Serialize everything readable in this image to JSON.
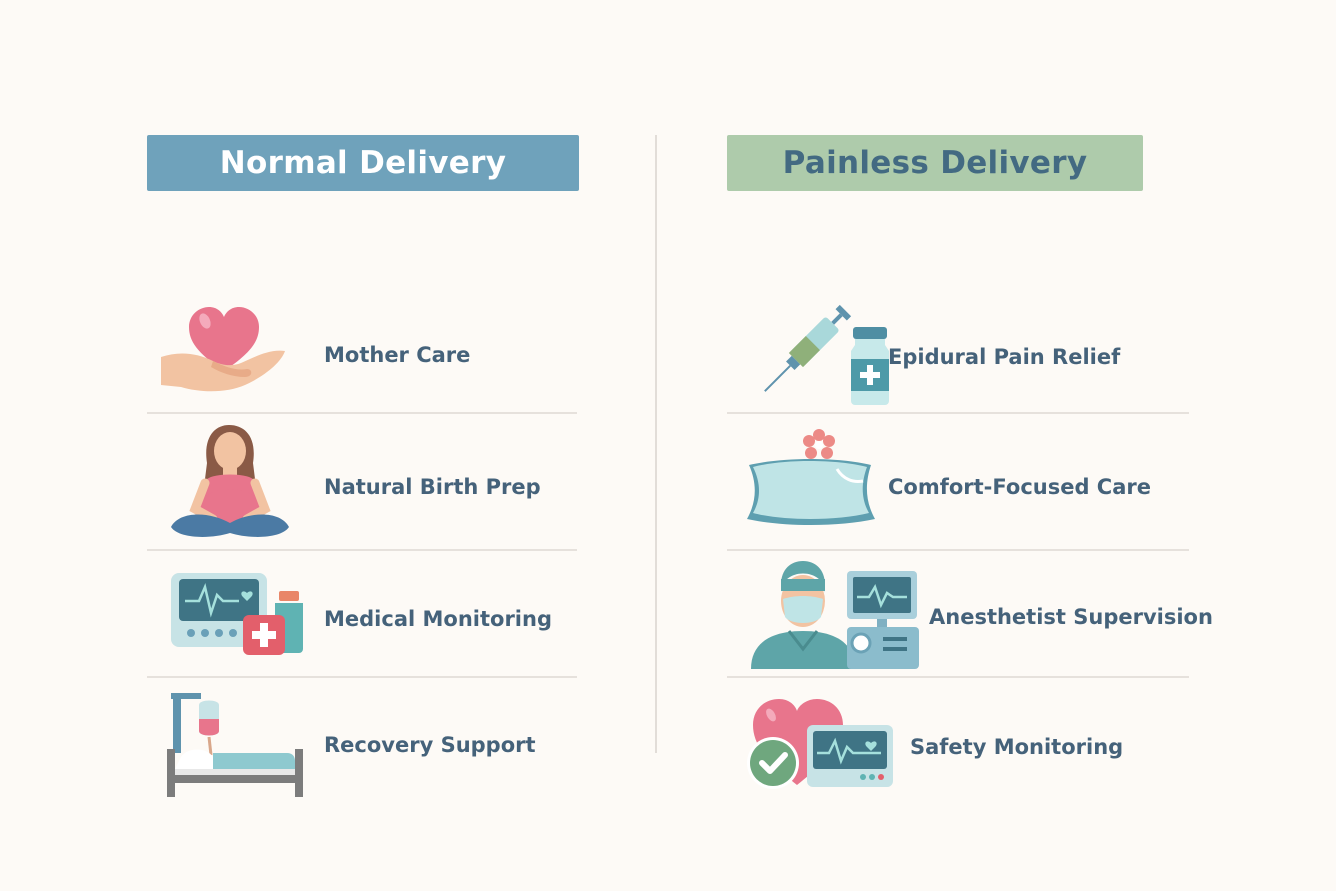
{
  "normal_delivery": {
    "title": "Normal Delivery",
    "header_color": "#6fa2bb",
    "items": [
      {
        "label": "Mother Care",
        "icon": "heart-in-hand-icon"
      },
      {
        "label": "Natural Birth Prep",
        "icon": "pregnant-woman-meditating-icon"
      },
      {
        "label": "Medical Monitoring",
        "icon": "heart-monitor-with-medicine-icon"
      },
      {
        "label": "Recovery Support",
        "icon": "hospital-bed-iv-drip-icon"
      }
    ]
  },
  "painless_delivery": {
    "title": "Painless Delivery",
    "header_color": "#aecbab",
    "items": [
      {
        "label": "Epidural Pain Relief",
        "icon": "syringe-and-vial-icon"
      },
      {
        "label": "Comfort-Focused Care",
        "icon": "pillow-with-flower-icon"
      },
      {
        "label": "Anesthetist Supervision",
        "icon": "anesthetist-with-monitor-icon"
      },
      {
        "label": "Safety Monitoring",
        "icon": "heart-check-monitor-icon"
      }
    ]
  },
  "colors": {
    "background": "#fdfaf6",
    "label_text": "#45627a",
    "divider": "#e6e1dc",
    "pink": "#e8758c",
    "teal": "#5f9aa8",
    "green_check": "#6fa77e"
  }
}
